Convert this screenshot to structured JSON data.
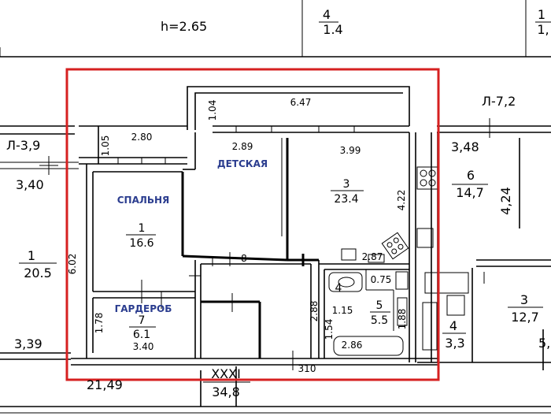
{
  "plan": {
    "ceiling_height": "h=2.65",
    "highlight_color": "#d62020",
    "label_color": "#2b3d8f",
    "rooms": {
      "bedroom": {
        "name": "СПАЛЬНЯ",
        "number": "1",
        "area": "16.6"
      },
      "kids_room": {
        "name": "ДЕТСКАЯ",
        "width": "2.89"
      },
      "room3": {
        "number": "3",
        "area": "23.4",
        "width": "3.99",
        "height": "4.22"
      },
      "wardrobe": {
        "name": "ГАРДЕРОБ",
        "number": "7",
        "area": "6.1",
        "width": "3.40",
        "height": "1.78"
      },
      "bath": {
        "number": "5",
        "area": "5.5",
        "w1": "0.75",
        "w2": "1.15",
        "h1": "1.88",
        "w3": "2.86"
      },
      "hall": {
        "w": "2.87",
        "h1": "2.88",
        "h2": "1.54"
      },
      "closet4": {
        "number": "4"
      }
    },
    "dims": {
      "balcony_width": "6.47",
      "balcony_depth": "1.04",
      "loggia_width": "2.80",
      "loggia_depth": "1.05",
      "total_height": "6.02",
      "bottom_310": "310",
      "frag_8": "8"
    },
    "neighbors": {
      "top_fraction": {
        "numerator": "4",
        "denominator": "1.4"
      },
      "top_right": {
        "numerator": "1",
        "denominator": "1,"
      },
      "l_left": "Л-3,9",
      "l_right": "Л-7,2",
      "left_340": "3,40",
      "left_room": {
        "number": "1",
        "area": "20.5"
      },
      "left_339": "3,39",
      "right_348": "3,48",
      "right_room6": {
        "number": "6",
        "area": "14,7",
        "height": "4,24"
      },
      "right_room3": {
        "number": "3",
        "area": "12,7"
      },
      "right_room4": {
        "number": "4",
        "area": "3,3"
      },
      "right_edge": "5,",
      "bottom_left": "21,49",
      "bottom_room": {
        "number": "XXXI",
        "area": "34,8"
      }
    }
  }
}
